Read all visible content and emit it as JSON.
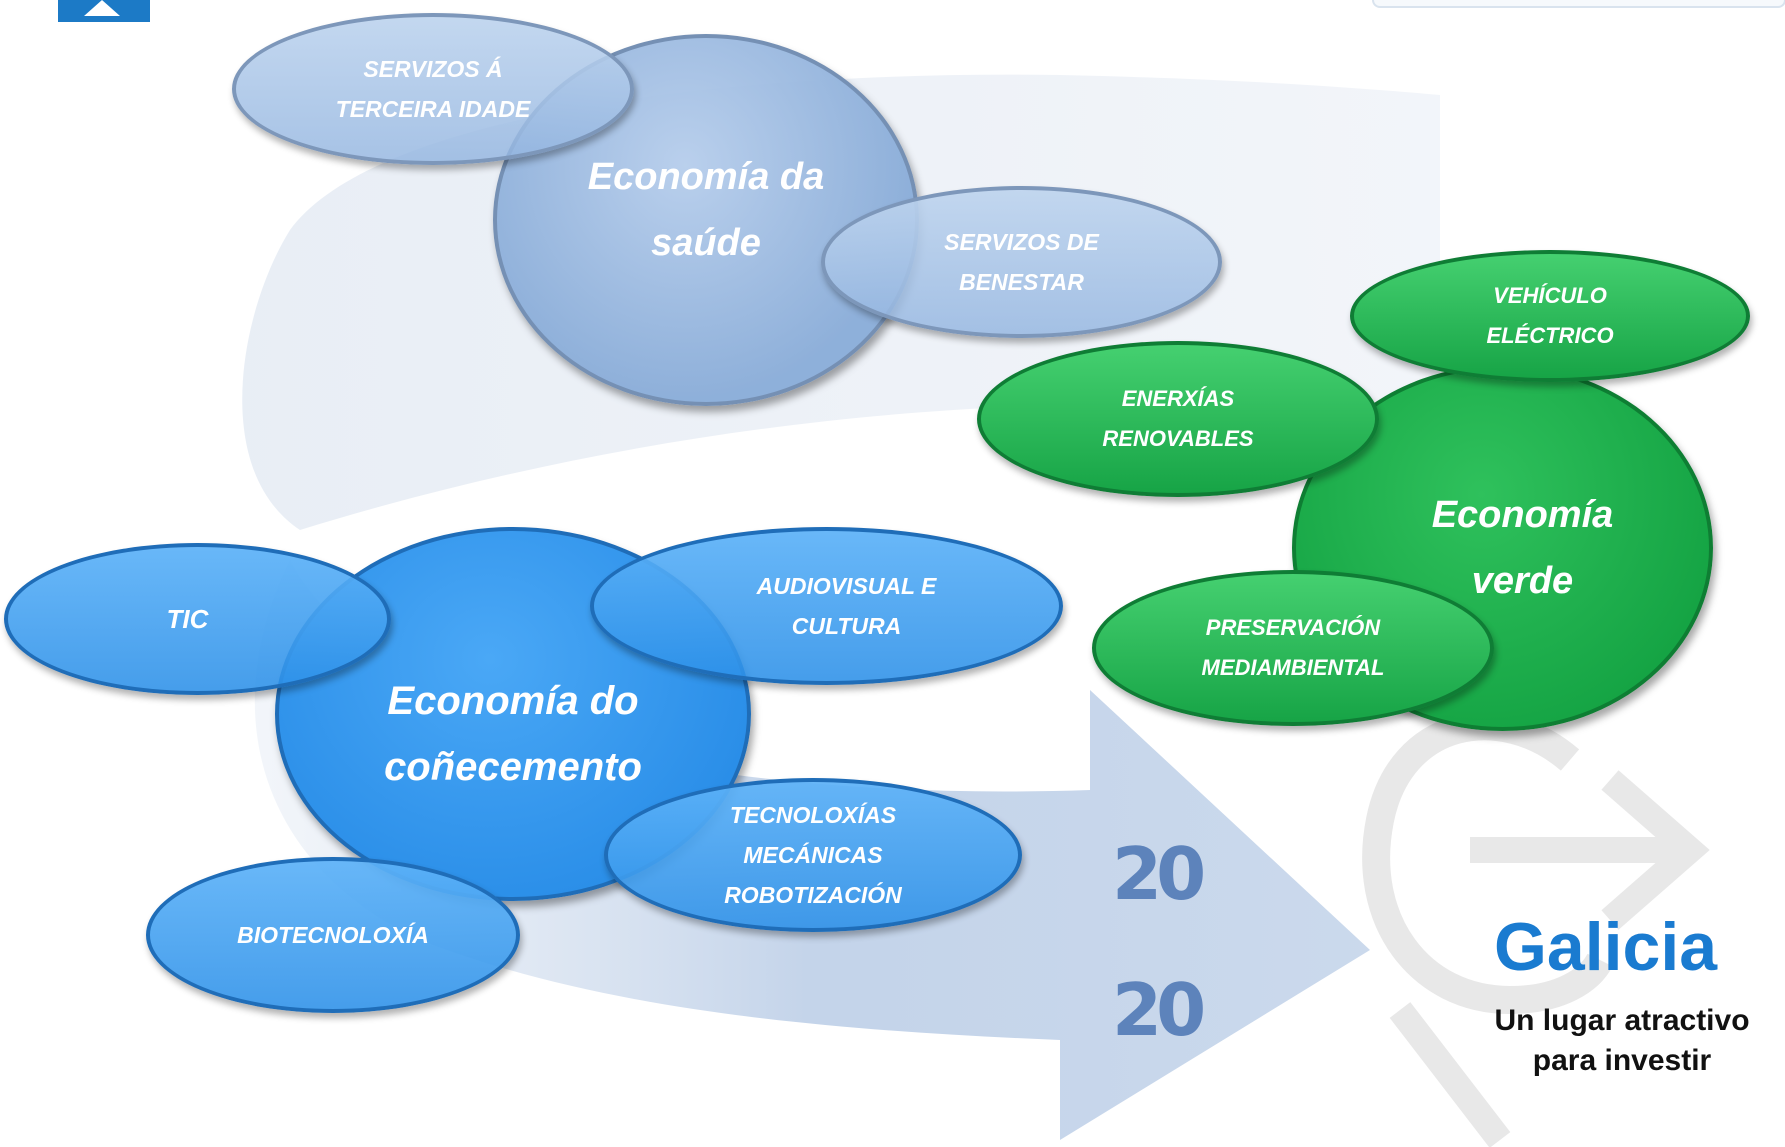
{
  "health": {
    "core": "Economía da\nsaúde",
    "elderly_services": "SERVIZOS Á\nTERCEIRA IDADE",
    "welfare_services": "SERVIZOS DE\nBENESTAR"
  },
  "green": {
    "core": "Economía\nverde",
    "electric_vehicle": "VEHÍCULO\nELÉCTRICO",
    "renewable_energy": "ENERXÍAS\nRENOVABLES",
    "environmental": "PRESERVACIÓN\nMEDIAMBIENTAL"
  },
  "knowledge": {
    "core": "Economía do\ncoñecemento",
    "ict": "TIC",
    "audiovisual": "AUDIOVISUAL  E\nCULTURA",
    "mechanical": "TECNOLOXÍAS\nMECÁNICAS\nROBOTIZACIÓN",
    "biotech": "BIOTECNOLOXÍA"
  },
  "year_top": "20",
  "year_bottom": "20",
  "brand": {
    "name": "Galicia",
    "tagline": "Un lugar atractivo\npara investir"
  },
  "colors": {
    "health": "#8fb1da",
    "green": "#16a34a",
    "knowledge": "#2a8ee8",
    "brand": "#1a7bd0",
    "year": "#5d83bb"
  }
}
